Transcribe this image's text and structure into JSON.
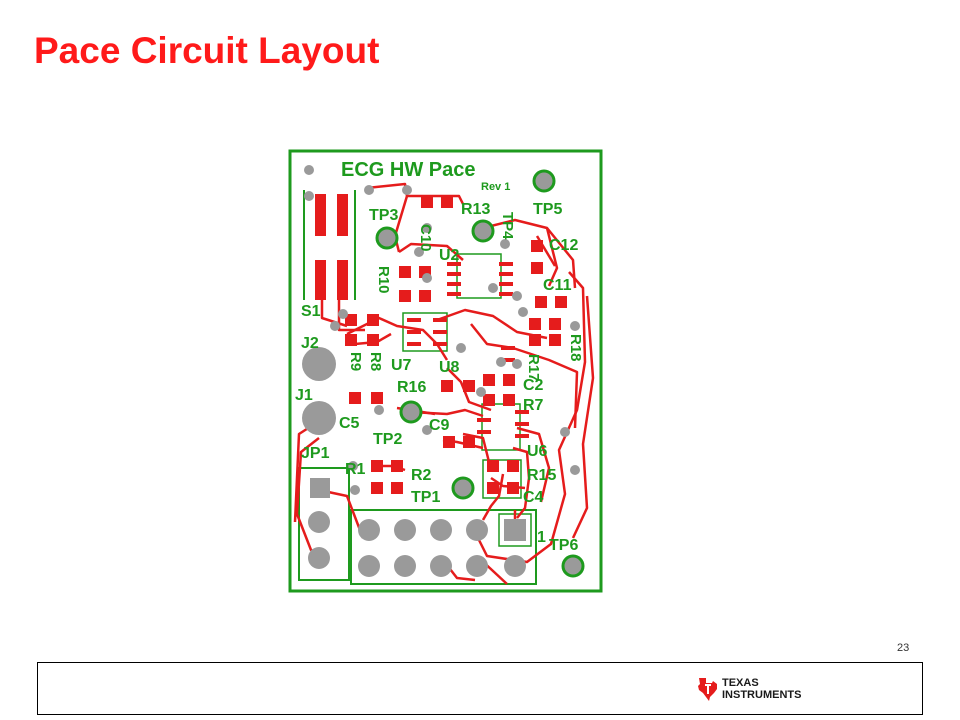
{
  "slide": {
    "title": "Pace Circuit Layout",
    "page_number": "23"
  },
  "logo": {
    "brand_line1": "TEXAS",
    "brand_line2": "INSTRUMENTS",
    "icon": "texas-state-icon"
  },
  "pcb": {
    "board_title": "ECG HW Pace",
    "revision": "Rev 1",
    "pin1_marker": "1",
    "colors": {
      "silkscreen": "#1e9a1e",
      "copper": "#e51c1c",
      "pad_gray": "#9a9a9a",
      "title_red": "#ff1a1a"
    },
    "labels": {
      "TP3": "TP3",
      "R13": "R13",
      "TP5": "TP5",
      "TP4": "TP4",
      "C10": "C10",
      "U2": "U2",
      "C12": "C12",
      "R10": "R10",
      "C11": "C11",
      "S1": "S1",
      "J2": "J2",
      "R9": "R9",
      "R8": "R8",
      "U7": "U7",
      "R17": "R17",
      "R18": "R18",
      "U8": "U8",
      "R16": "R16",
      "C2": "C2",
      "R7": "R7",
      "J1": "J1",
      "C5": "C5",
      "C9": "C9",
      "TP2": "TP2",
      "U6": "U6",
      "JP1": "JP1",
      "R1": "R1",
      "R2": "R2",
      "R15": "R15",
      "TP1": "TP1",
      "C4": "C4",
      "TP6": "TP6"
    }
  }
}
